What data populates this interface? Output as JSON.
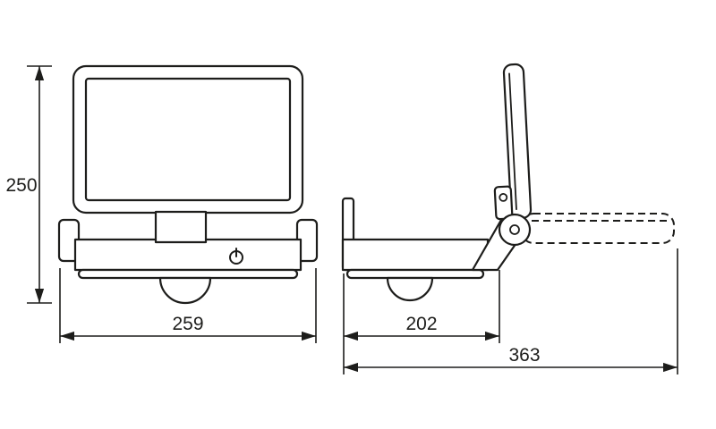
{
  "drawing": {
    "line_color": "#1d1d1b",
    "dimensions": {
      "height": "250",
      "width": "259",
      "depth": "202",
      "total_reach": "363"
    }
  }
}
